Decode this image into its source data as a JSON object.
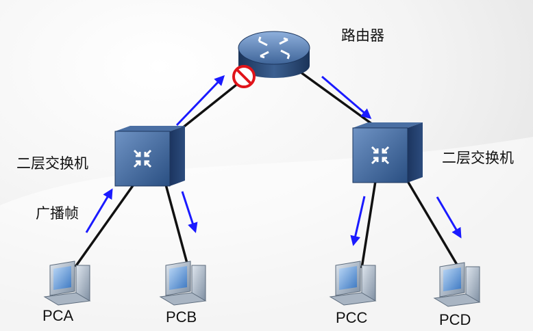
{
  "nodes": {
    "router_label": "路由器",
    "switch_left_label": "二层交换机",
    "switch_right_label": "二层交换机",
    "broadcast_label": "广播帧",
    "pc_a": "PCA",
    "pc_b": "PCB",
    "pc_c": "PCC",
    "pc_d": "PCD"
  },
  "colors": {
    "link": "#111111",
    "arrow": "#1a1aff",
    "device_dark": "#1f3d6b",
    "device_light": "#5a7fb0",
    "block_red": "#e0141a"
  },
  "icons": {
    "router": "router-icon",
    "switch": "switch-icon",
    "pc": "desktop-pc-icon",
    "block": "blocked-icon"
  }
}
